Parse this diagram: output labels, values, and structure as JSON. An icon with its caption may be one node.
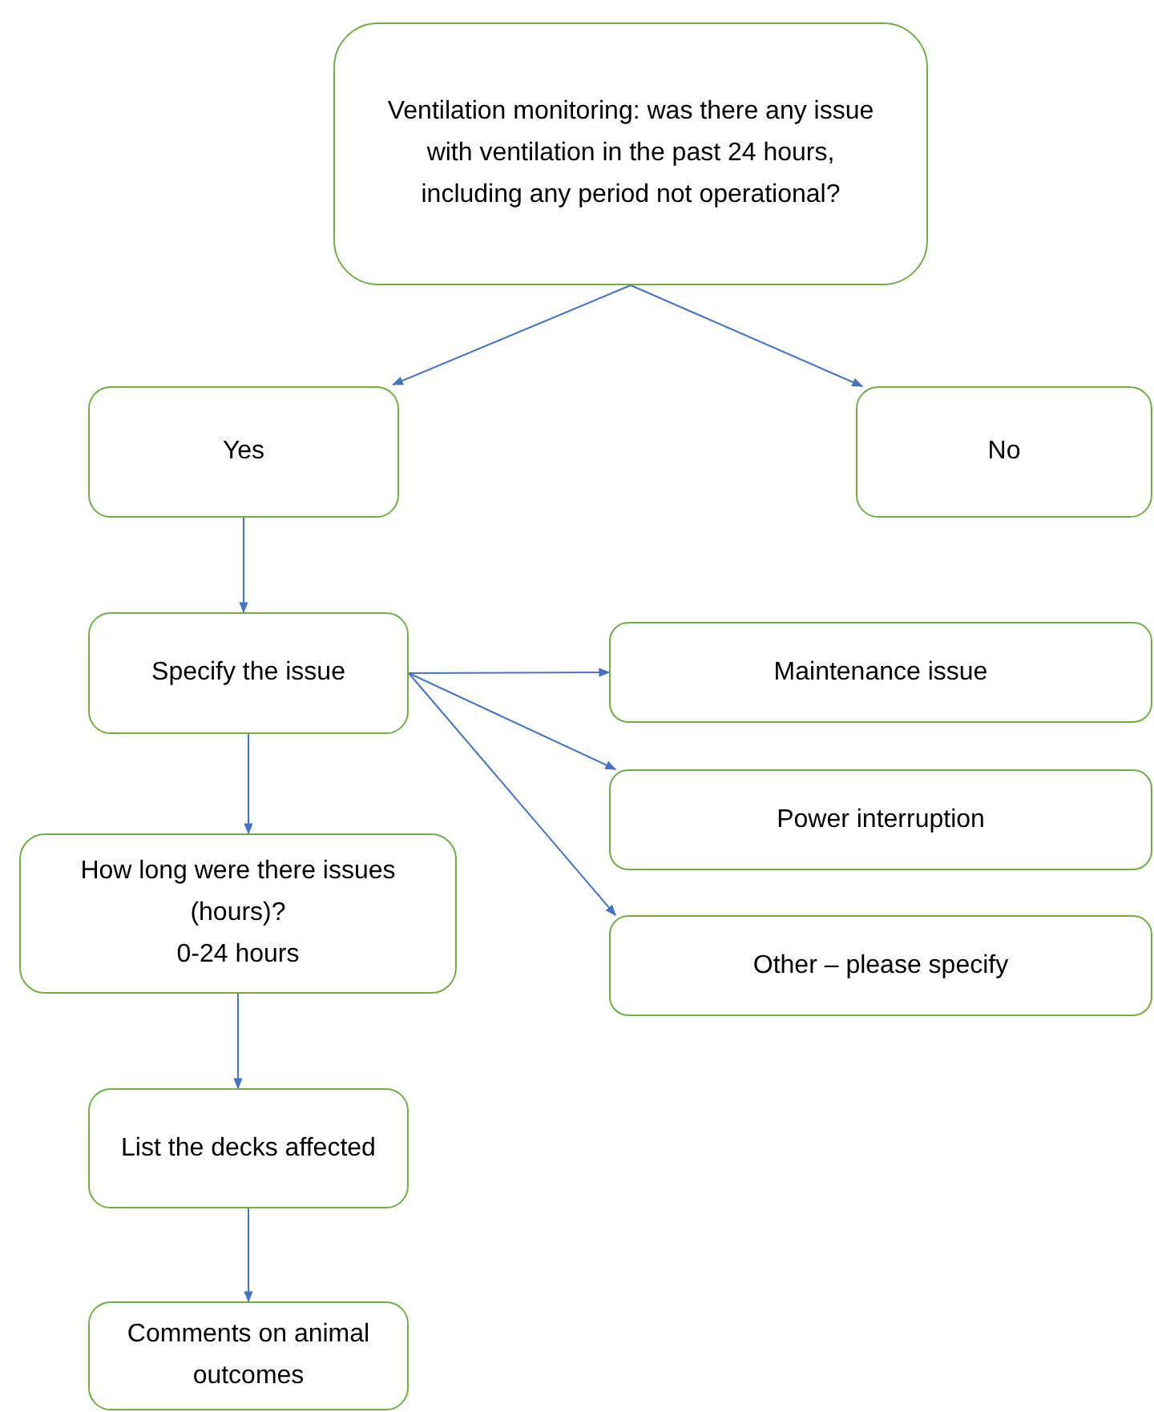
{
  "diagram": {
    "nodes": [
      {
        "text": [
          "Ventilation monitoring: was there any issue with ventilation in the past 24 hours, including any period not operational?"
        ]
      },
      {
        "text": [
          "Yes"
        ]
      },
      {
        "text": [
          "No"
        ]
      },
      {
        "text": [
          "Specify the issue"
        ]
      },
      {
        "text": [
          "Maintenance issue"
        ]
      },
      {
        "text": [
          "Power interruption"
        ]
      },
      {
        "text": [
          "Other – please specify"
        ]
      },
      {
        "text": [
          "How long were there issues (hours)?",
          "0-24 hours"
        ]
      },
      {
        "text": [
          "List the decks affected"
        ]
      },
      {
        "text": [
          "Comments on animal outcomes"
        ]
      }
    ],
    "edges": [
      {
        "from": 0,
        "to": 1,
        "arrow": "to"
      },
      {
        "from": 0,
        "to": 2,
        "arrow": "to"
      },
      {
        "from": 1,
        "to": 3,
        "arrow": "to"
      },
      {
        "from": 3,
        "to": 4,
        "arrow": "to"
      },
      {
        "from": 3,
        "to": 5,
        "arrow": "to"
      },
      {
        "from": 3,
        "to": 6,
        "arrow": "to"
      },
      {
        "from": 3,
        "to": 7,
        "arrow": "to"
      },
      {
        "from": 7,
        "to": 8,
        "arrow": "to"
      },
      {
        "from": 8,
        "to": 9,
        "arrow": "to"
      }
    ]
  }
}
